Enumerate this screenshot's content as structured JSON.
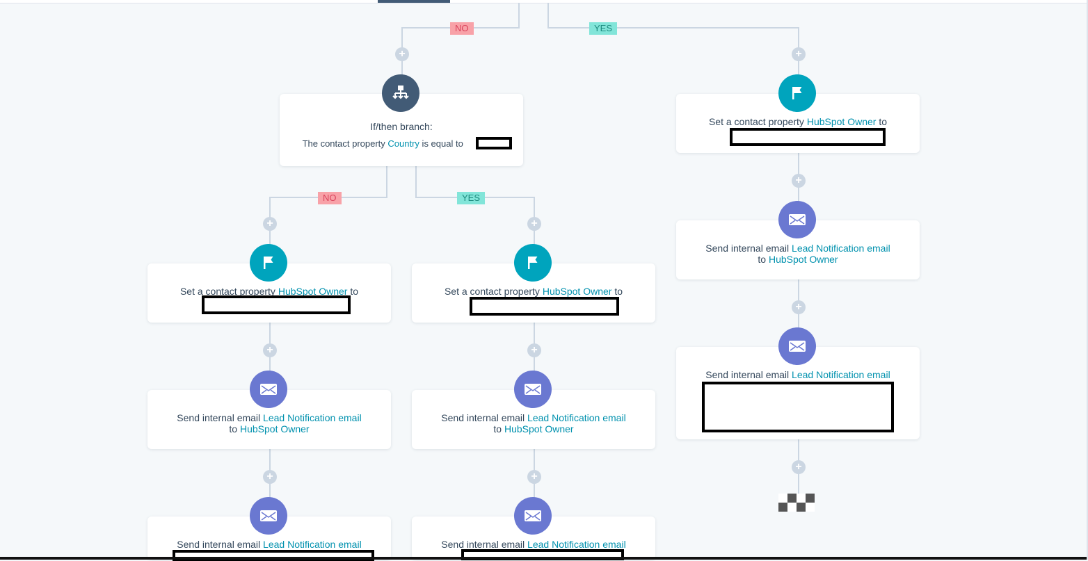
{
  "branch_labels": {
    "no": "NO",
    "yes": "YES"
  },
  "plus_symbol": "+",
  "ifthen": {
    "title": "If/then branch:",
    "prefix": "The contact property ",
    "property": "Country",
    "middle": " is equal to "
  },
  "set_property": {
    "prefix": "Set a contact property ",
    "property": "HubSpot Owner",
    "suffix": " to"
  },
  "send_email": {
    "prefix": "Send internal email ",
    "email": "Lead Notification email",
    "to": "to ",
    "recipient": "HubSpot Owner"
  },
  "colors": {
    "branch_icon": "#425b76",
    "flag_icon": "#00a4bd",
    "mail_icon": "#6a78d1",
    "link": "#0091ae",
    "no_badge": "#f8a2a8",
    "yes_badge": "#82e5d9"
  },
  "icons": [
    "branch-icon",
    "flag-icon",
    "mail-icon",
    "plus-icon",
    "end-flag-icon"
  ]
}
